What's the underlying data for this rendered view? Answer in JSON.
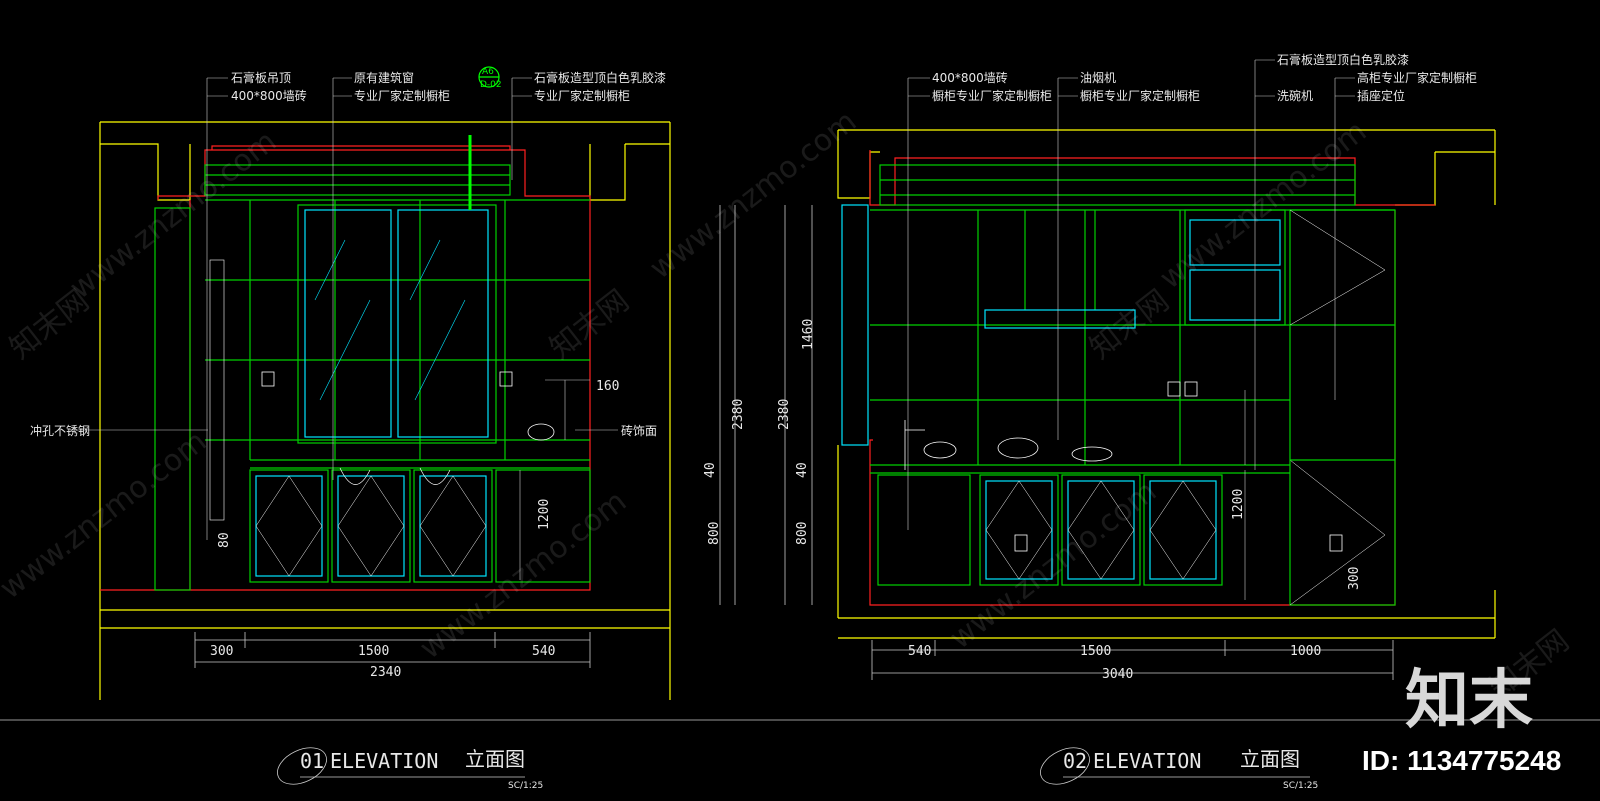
{
  "colors": {
    "wall": "#ffff00",
    "wall_inner": "#ff2020",
    "cabinet": "#00d000",
    "glass": "#00e5ff",
    "dimension": "#c8c8c8",
    "text": "#e8e8e8",
    "leader_highlight": "#00ff00"
  },
  "elevation_1": {
    "labels": {
      "ceiling": "石膏板吊顶",
      "tile": "400*800墙砖",
      "window": "原有建筑窗",
      "cabinet_top": "专业厂家定制橱柜",
      "paint": "石膏板造型顶白色乳胶漆",
      "cabinet_right": "专业厂家定制橱柜",
      "steel": "冲孔不锈钢",
      "facing": "砖饰面",
      "section_tag_top": "A6",
      "section_tag_bottom": "D-02"
    },
    "dimensions": {
      "d1": "300",
      "d2": "1500",
      "d3": "540",
      "total": "2340",
      "small_160": "160",
      "h_1200": "1200",
      "h_80": "80"
    },
    "title": {
      "number": "01",
      "label": "ELEVATION",
      "cn": "立面图",
      "scale": "SC/1:25"
    }
  },
  "elevation_2": {
    "labels": {
      "tile": "400*800墙砖",
      "cabinet_left": "橱柜专业厂家定制橱柜",
      "hood": "油烟机",
      "cabinet_mid": "橱柜专业厂家定制橱柜",
      "paint": "石膏板造型顶白色乳胶漆",
      "tall_cabinet": "高柜专业厂家定制橱柜",
      "dishwasher": "洗碗机",
      "socket": "插座定位"
    },
    "dimensions": {
      "d1": "540",
      "d2": "1500",
      "d3": "1000",
      "total": "3040",
      "h_1460": "1460",
      "h_2380": "2380",
      "h_40": "40",
      "h_800": "800",
      "h_1200": "1200",
      "h_300": "300"
    },
    "title": {
      "number": "02",
      "label": "ELEVATION",
      "cn": "立面图",
      "scale": "SC/1:25"
    }
  },
  "left_dims": {
    "h_2380_a": "2380",
    "h_2380_b": "2380",
    "h_40_a": "40",
    "h_40_b": "40",
    "h_800_a": "800",
    "h_800_b": "800"
  },
  "watermark": {
    "text": "www.znzmo.com",
    "cn": "知末网"
  },
  "brand": {
    "logo": "知末",
    "id": "ID: 1134775248"
  }
}
